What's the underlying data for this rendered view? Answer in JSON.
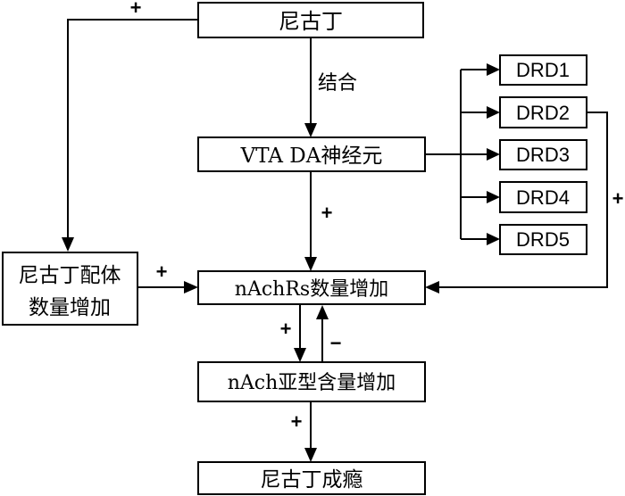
{
  "nodes": {
    "nicotine": "尼古丁",
    "vta": "VTA DA神经元",
    "ligand_line1": "尼古丁配体",
    "ligand_line2": "数量增加",
    "nachrs": "nAchRs数量增加",
    "subtype": "nAch亚型含量增加",
    "addiction": "尼古丁成瘾",
    "drd": [
      "DRD1",
      "DRD2",
      "DRD3",
      "DRD4",
      "DRD5"
    ]
  },
  "edge_labels": {
    "bind": "结合",
    "plus_top": "+",
    "plus_vta": "+",
    "plus_ligand": "+",
    "plus_drd2": "+",
    "plus_down": "+",
    "minus_up": "−",
    "plus_final": "+"
  }
}
